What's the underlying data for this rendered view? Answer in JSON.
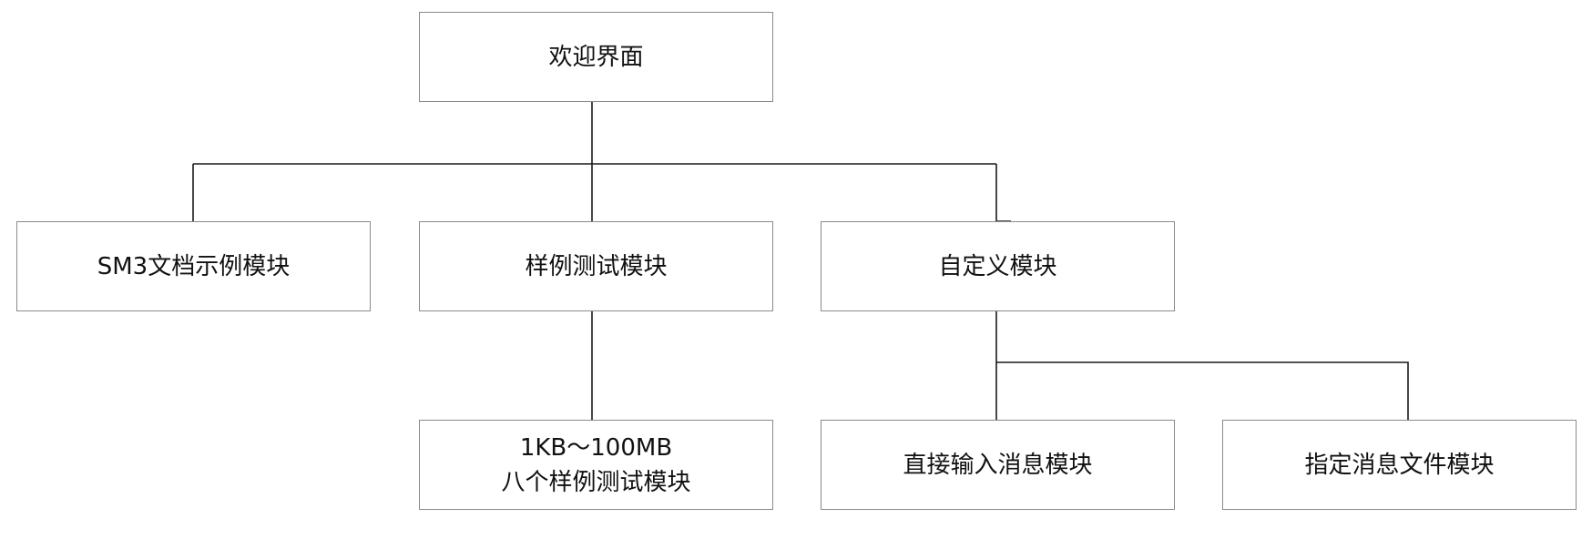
{
  "nodes": {
    "welcome": {
      "label": "欢迎界面"
    },
    "sm3_doc": {
      "label": "SM3文档示例模块"
    },
    "sample_test": {
      "label": "样例测试模块"
    },
    "custom": {
      "label": "自定义模块"
    },
    "eight_samples": {
      "line1": "1KB～100MB",
      "line2": "八个样例测试模块"
    },
    "direct_input": {
      "label": "直接输入消息模块"
    },
    "file_message": {
      "label": "指定消息文件模块"
    }
  }
}
